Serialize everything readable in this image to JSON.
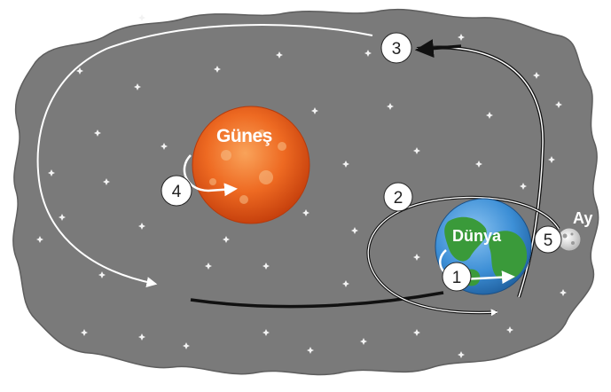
{
  "labels": {
    "sun": "Güneş",
    "earth": "Dünya",
    "moon": "Ay"
  },
  "markers": [
    "1",
    "2",
    "3",
    "4",
    "5"
  ],
  "colors": {
    "space": "#7a7a7a",
    "star": "#f2f2f2",
    "sun": "#e85a1c",
    "earth_ocean": "#3d8fd6",
    "earth_land": "#3a9a3a",
    "orbit_line": "#ffffff",
    "orbit_shadow": "#111111",
    "marker_fill": "#ffffff",
    "marker_text": "#222222"
  }
}
